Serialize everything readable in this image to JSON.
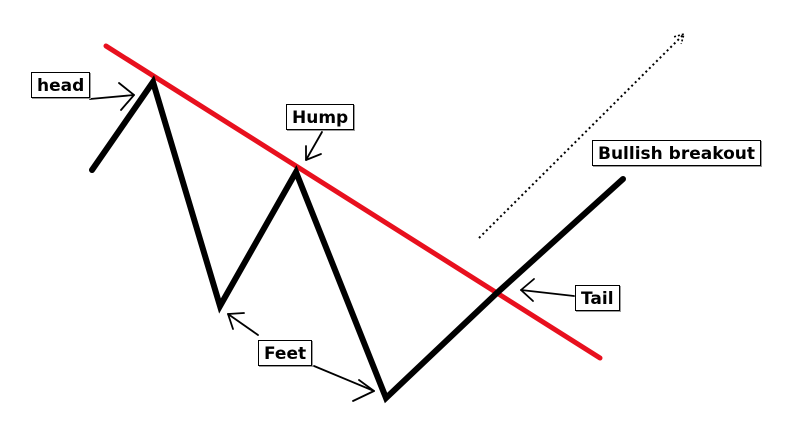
{
  "labels": {
    "head": "head",
    "hump": "Hump",
    "bullish_breakout": "Bullish breakout",
    "tail": "Tail",
    "feet": "Feet"
  },
  "colors": {
    "price_line": "#000000",
    "trend_line": "#e8101e",
    "label_border": "#000000",
    "background": "#ffffff"
  },
  "icons": {
    "annotation_arrows": "arrow-icon",
    "breakout_direction": "dotted-arrow-icon"
  }
}
